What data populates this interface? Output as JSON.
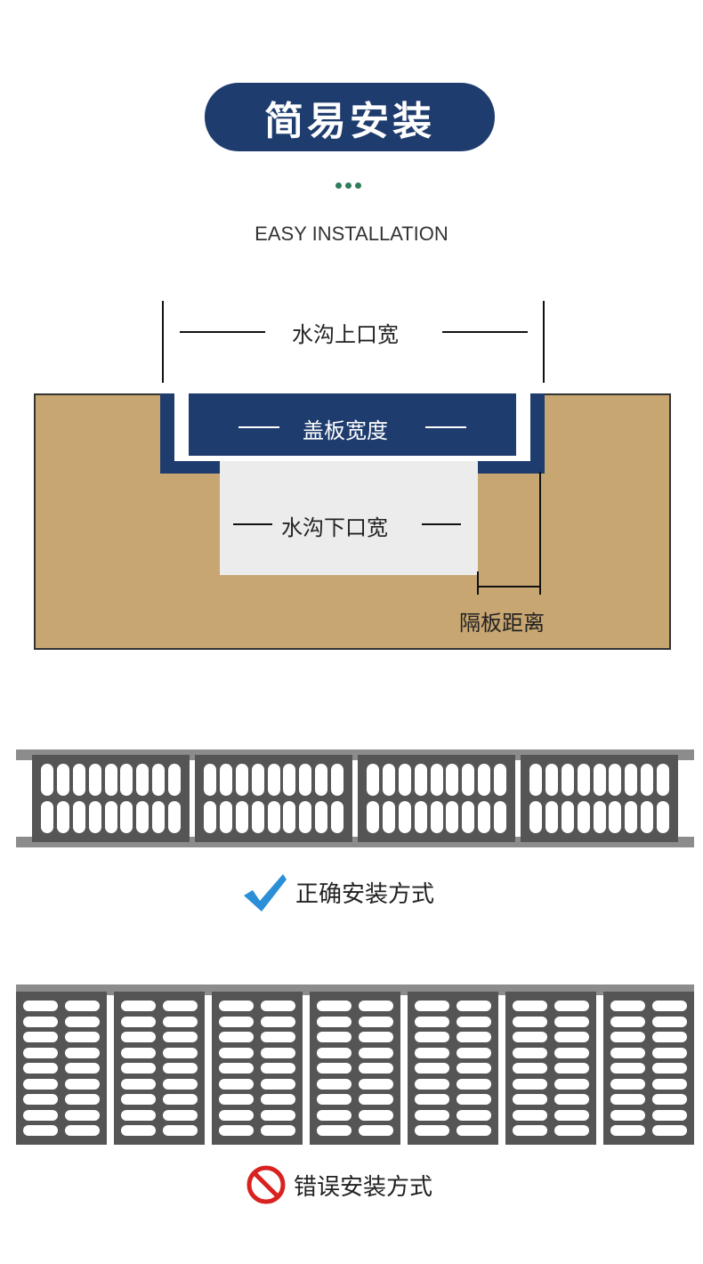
{
  "header": {
    "title": "简易安装",
    "subtitle": "EASY INSTALLATION"
  },
  "diagram": {
    "top_width_label": "水沟上口宽",
    "cover_width_label": "盖板宽度",
    "bottom_width_label": "水沟下口宽",
    "gap_label": "隔板距离"
  },
  "correct": {
    "label": "正确安装方式",
    "icon": "check-icon",
    "grate_count": 4
  },
  "wrong": {
    "label": "错误安装方式",
    "icon": "prohibited-icon",
    "grate_count": 7
  },
  "colors": {
    "navy": "#1f3c6e",
    "soil": "#c8a672",
    "pit": "#ececec",
    "grate": "#555555",
    "rail": "#8c8c8c",
    "check": "#2b8fd8",
    "prohibit": "#d9211f",
    "dots": "#2e7d5b"
  }
}
